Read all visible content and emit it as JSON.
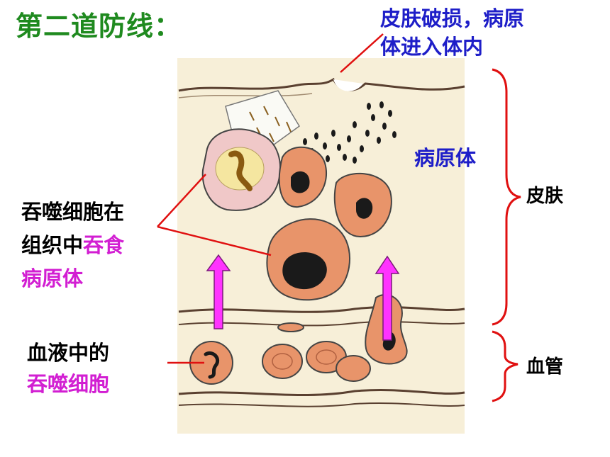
{
  "title": "第二道防线：",
  "labels": {
    "skin_break_line1": "皮肤破损，病原",
    "skin_break_line2": "体进入体内",
    "pathogen": "病原体",
    "skin": "皮肤",
    "blood_vessel": "血管",
    "tissue_phagocyte_line1": "吞噬细胞在",
    "tissue_phagocyte_line2_a": "组织中",
    "tissue_phagocyte_line2_b": "吞食",
    "tissue_phagocyte_line3": "病原体",
    "blood_phagocyte_line1": "血液中的",
    "blood_phagocyte_line2": "吞噬细胞"
  },
  "colors": {
    "title": "#1f8a1f",
    "callout": "#1e1ec8",
    "highlight": "#d21ed2",
    "leader_line": "#e01010",
    "brace": "#e01010",
    "arrow": "#ff33ff",
    "cell_fill": "#e8946a",
    "nucleus": "#1a1a1a",
    "panel": "#f7efd8"
  }
}
